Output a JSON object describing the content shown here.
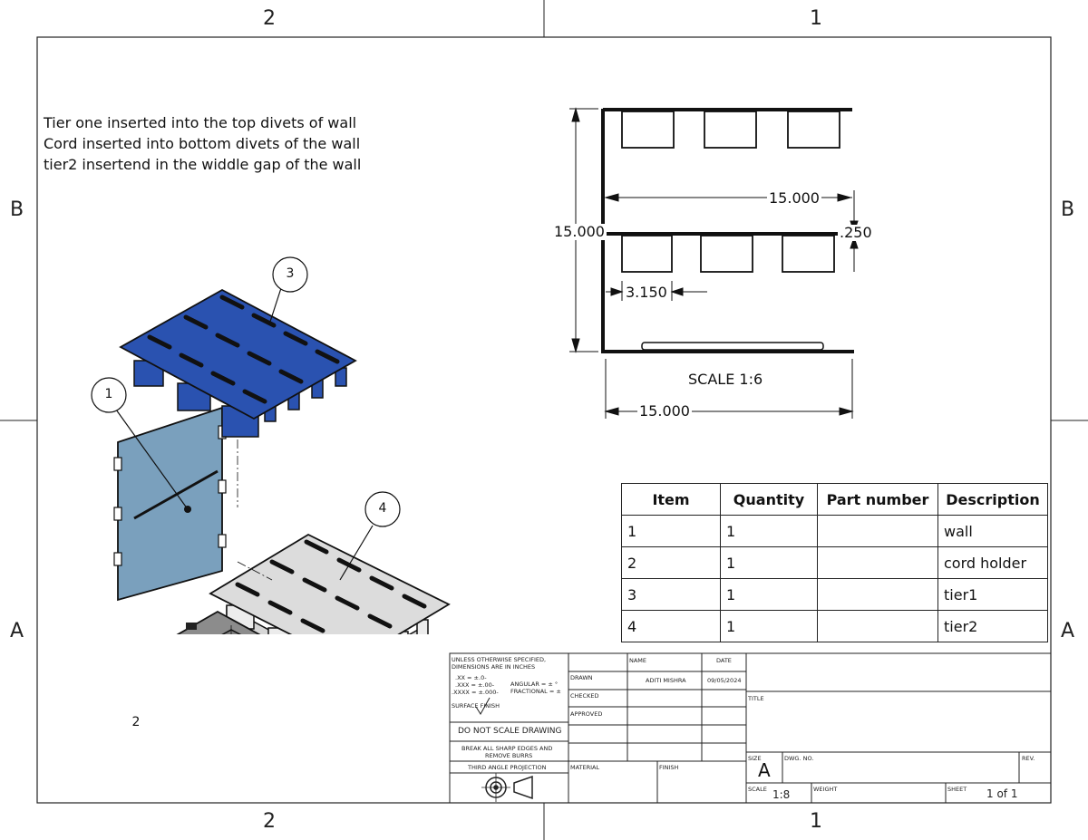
{
  "zones": {
    "top_left": "2",
    "top_right": "1",
    "bottom_left": "2",
    "bottom_right": "1",
    "left_upper": "B",
    "left_lower": "A",
    "right_upper": "B",
    "right_lower": "A"
  },
  "notes": [
    "Tier one inserted into the top divets of wall",
    "Cord inserted into bottom divets of the wall",
    "tier2 insertend in the widdle gap of the wall"
  ],
  "balloons": [
    "1",
    "2",
    "3",
    "4"
  ],
  "section_view": {
    "dim_width_upper": "15.000",
    "dim_height": "15.000",
    "dim_gap": ".250",
    "dim_tab": "3.150",
    "dim_width_lower": "15.000",
    "scale_label": "SCALE 1:6"
  },
  "bom": {
    "headers": [
      "Item",
      "Quantity",
      "Part number",
      "Description"
    ],
    "rows": [
      [
        "1",
        "1",
        "",
        "wall"
      ],
      [
        "2",
        "1",
        "",
        "cord holder"
      ],
      [
        "3",
        "1",
        "",
        "tier1"
      ],
      [
        "4",
        "1",
        "",
        "tier2"
      ]
    ]
  },
  "title_block": {
    "general_note_1": "UNLESS OTHERWISE SPECIFIED,",
    "general_note_2": "DIMENSIONS ARE IN INCHES",
    "tol_1": ".XX = ±.0-",
    "tol_2": ".XXX = ±.00-",
    "tol_3": ".XXXX = ±.000-",
    "angular": "ANGULAR = ± °",
    "fractional": "FRACTIONAL = ±",
    "surface_finish": "SURFACE FINISH",
    "no_scale": "DO NOT SCALE DRAWING",
    "break_edges_1": "BREAK ALL SHARP EDGES AND",
    "break_edges_2": "REMOVE BURRS",
    "projection": "THIRD ANGLE PROJECTION",
    "name_hdr": "NAME",
    "date_hdr": "DATE",
    "drawn_lbl": "DRAWN",
    "drawn_name": "ADITI MISHRA",
    "drawn_date": "09/05/2024",
    "checked_lbl": "CHECKED",
    "approved_lbl": "APPROVED",
    "material_lbl": "MATERIAL",
    "finish_lbl": "FINISH",
    "title_lbl": "TITLE",
    "size_lbl": "SIZE",
    "size_val": "A",
    "dwg_no_lbl": "DWG. NO.",
    "rev_lbl": "REV.",
    "scale_lbl": "SCALE",
    "scale_val": "1:8",
    "weight_lbl": "WEIGHT",
    "sheet_lbl": "SHEET",
    "sheet_val": "1 of 1"
  },
  "colors": {
    "tier1": "#2a52b0",
    "wall": "#7aa0bd",
    "tier2": "#dcdcdc",
    "cord_holder": "#8c8c8c",
    "line": "#111111"
  }
}
